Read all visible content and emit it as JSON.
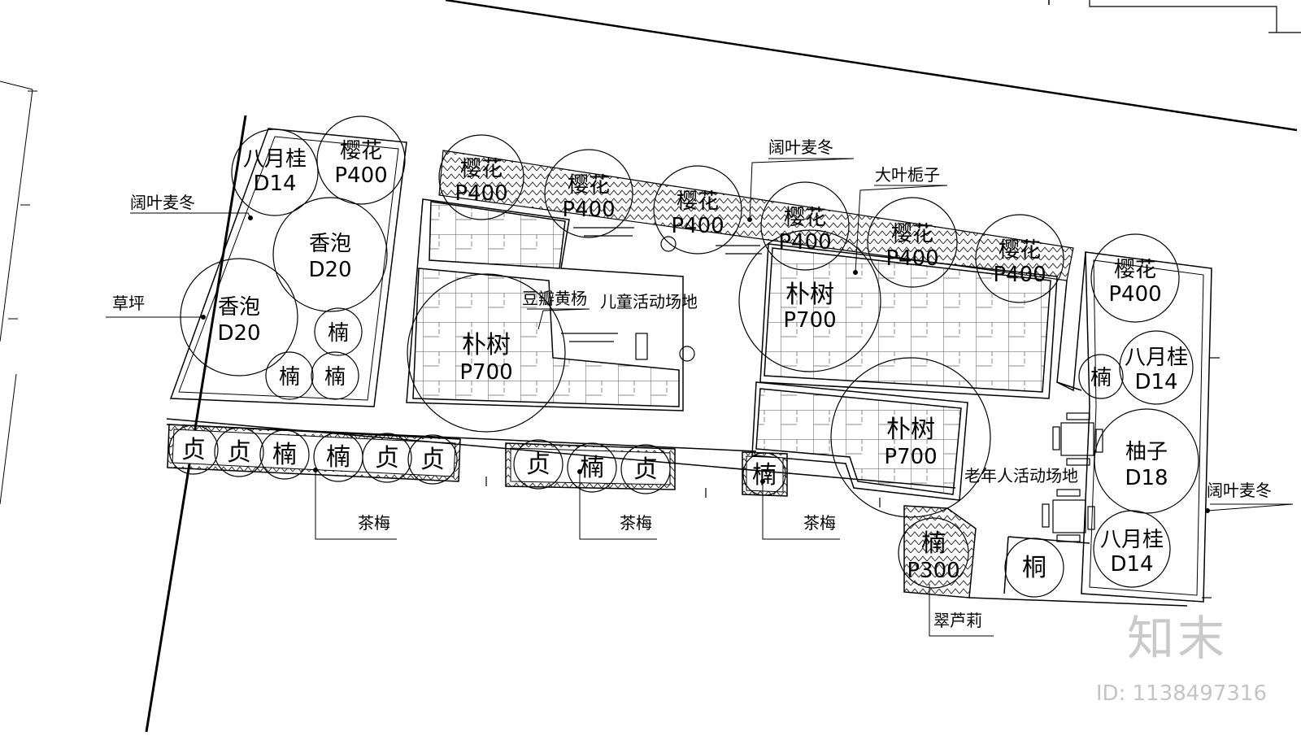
{
  "trees": [
    {
      "name": "八月桂",
      "size": "D14"
    },
    {
      "name": "樱花",
      "size": "P400"
    },
    {
      "name": "香泡",
      "size": "D20"
    },
    {
      "name": "香泡",
      "size": "D20"
    },
    {
      "name": "楠",
      "size": ""
    },
    {
      "name": "楠",
      "size": ""
    },
    {
      "name": "楠",
      "size": ""
    },
    {
      "name": "樱花",
      "size": "P400"
    },
    {
      "name": "樱花",
      "size": "P400"
    },
    {
      "name": "樱花",
      "size": "P400"
    },
    {
      "name": "樱花",
      "size": "P400"
    },
    {
      "name": "樱花",
      "size": "P400"
    },
    {
      "name": "樱花",
      "size": "P400"
    },
    {
      "name": "朴树",
      "size": "P700"
    },
    {
      "name": "朴树",
      "size": "P700"
    },
    {
      "name": "朴树",
      "size": "P700"
    },
    {
      "name": "樱花",
      "size": "P400"
    },
    {
      "name": "八月桂",
      "size": "D14"
    },
    {
      "name": "楠",
      "size": ""
    },
    {
      "name": "柚子",
      "size": "D18"
    },
    {
      "name": "八月桂",
      "size": "D14"
    },
    {
      "name": "桐",
      "size": ""
    },
    {
      "name": "楠",
      "size": "P300"
    },
    {
      "name": "贞",
      "size": ""
    },
    {
      "name": "贞",
      "size": ""
    },
    {
      "name": "楠",
      "size": ""
    },
    {
      "name": "楠",
      "size": ""
    },
    {
      "name": "贞",
      "size": ""
    },
    {
      "name": "贞",
      "size": ""
    },
    {
      "name": "贞",
      "size": ""
    },
    {
      "name": "楠",
      "size": ""
    },
    {
      "name": "贞",
      "size": ""
    },
    {
      "name": "楠",
      "size": ""
    }
  ],
  "annotations": {
    "grass_left": "阔叶麦冬",
    "lawn": "草坪",
    "grass_top": "阔叶麦冬",
    "gardenia": "大叶栀子",
    "poplar": "豆瓣黄杨",
    "kids_area": "儿童活动场地",
    "elder_area": "老年人活动场地",
    "grass_right": "阔叶麦冬",
    "camellia_1": "茶梅",
    "camellia_2": "茶梅",
    "camellia_3": "茶梅",
    "cuphea": "翠芦莉"
  },
  "watermark": {
    "logo": "知末",
    "id": "ID: 1138497316"
  }
}
